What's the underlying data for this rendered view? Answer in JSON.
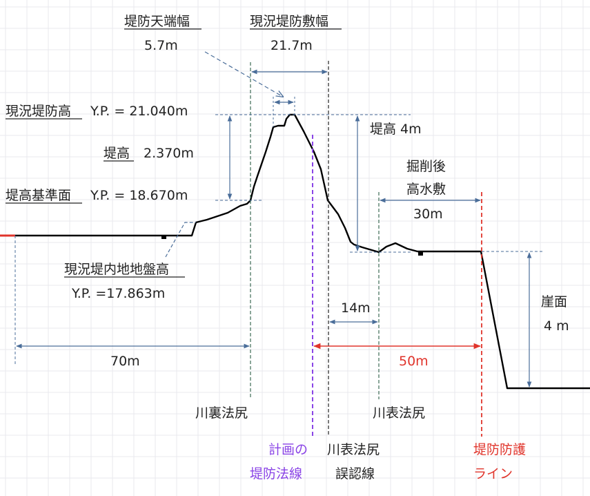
{
  "labels": {
    "crest_width_title": "堤防天端幅",
    "crest_width_value": "5.7m",
    "base_width_title": "現況堤防敷幅",
    "base_width_value": "21.7m",
    "current_crest": "現況堤防高",
    "current_crest_value": "Y.P. = 21.040m",
    "levee_height": "堤高",
    "levee_height_value": "2.370m",
    "reference_plane": "堤高基準面",
    "reference_plane_value": "Y.P. = 18.670m",
    "inland_ground_title": "現況堤内地地盤高",
    "inland_ground_value": "Y.P. =17.863m",
    "height_4m": "堤高 4m",
    "excavation_line1": "掘削後",
    "excavation_line2": "高水敷",
    "excavation_value": "30m",
    "dist_14m": "14m",
    "dist_70m": "70m",
    "dist_50m": "50m",
    "cliff_title": "崖面",
    "cliff_value": "4 m",
    "landside_toe": "川裏法尻",
    "riverside_toe": "川表法尻",
    "plan_line1": "計画の",
    "plan_line2": "堤防法線",
    "misread_line1": "川表法尻",
    "misread_line2": "誤認線",
    "protection_line1": "堤防防護",
    "protection_line2": "ライン"
  },
  "colors": {
    "profile": "#000000",
    "dimension": "#4a6d99",
    "red": "#e0342b",
    "purple": "#8a44e6",
    "green": "#3d6b55",
    "grid": "#e8e8ee"
  }
}
